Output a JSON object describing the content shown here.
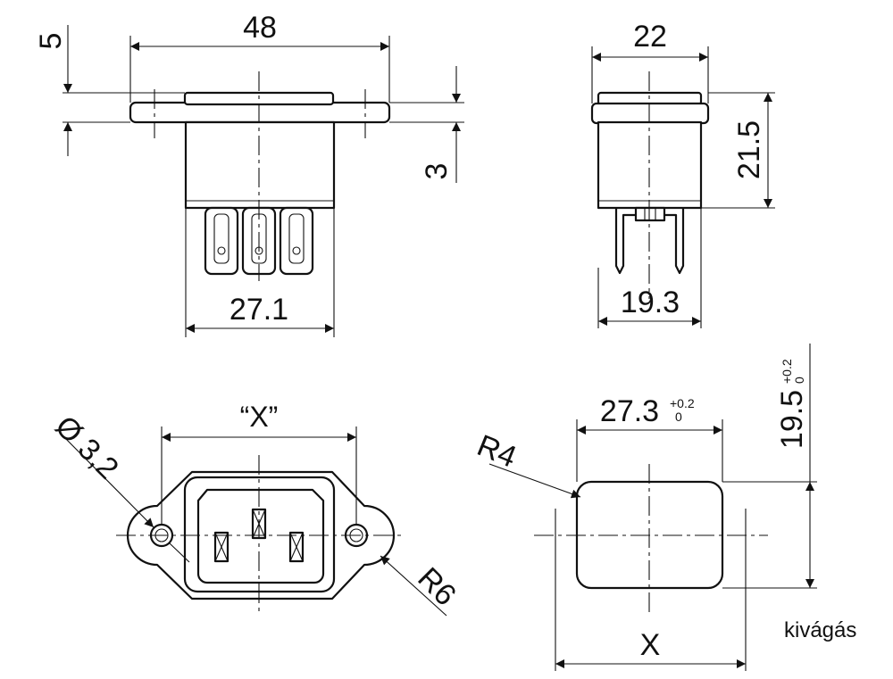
{
  "dimensions": {
    "top_width": "48",
    "flange_thickness": "5",
    "step_height": "3",
    "body_width": "27.1",
    "side_width": "22",
    "side_height": "21.5",
    "side_pin_width": "19.3",
    "hole_diameter": "Ø 3,2",
    "hole_spacing": "“X”",
    "flange_radius": "R6",
    "cutout_width": "27.3",
    "cutout_width_tol_upper": "+0.2",
    "cutout_width_tol_lower": "0",
    "cutout_height": "19.5",
    "cutout_height_tol_upper": "+0.2",
    "cutout_height_tol_lower": "0",
    "cutout_radius": "R4",
    "cutout_spacing": "X"
  },
  "labels": {
    "cutout_caption": "kivágás"
  }
}
